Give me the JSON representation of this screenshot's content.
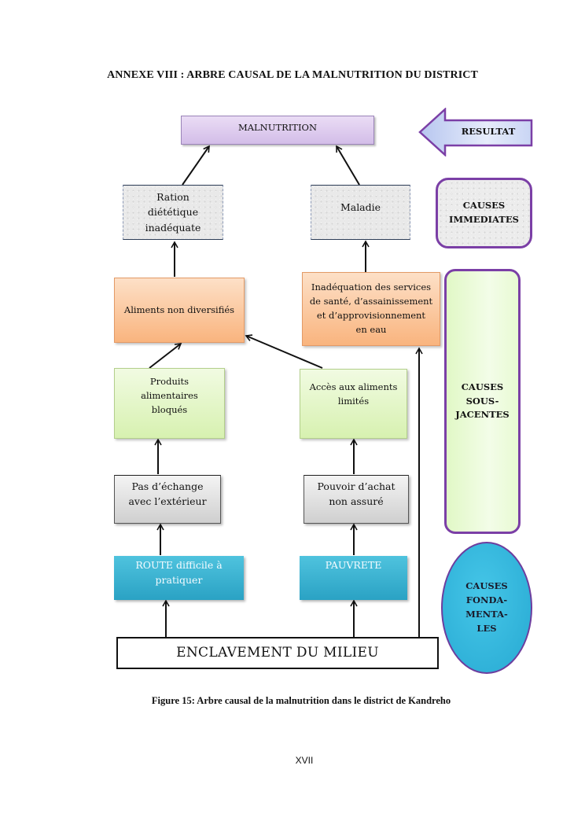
{
  "page": {
    "heading": "ANNEXE VIII : ARBRE CAUSAL DE LA MALNUTRITION DU DISTRICT",
    "caption": "Figure 15: Arbre causal de la malnutrition dans le district de Kandreho",
    "page_number": "XVII"
  },
  "diagram": {
    "nodes": {
      "malnutrition": "MALNUTRITION",
      "ration": [
        "Ration",
        "diététique",
        "inadéquate"
      ],
      "maladie": "Maladie",
      "aliments_non_diversifies": "Aliments non diversifiés",
      "inadequation_services": [
        "Inadéquation des services",
        "de santé, d’assainissement",
        "et d’approvisionnement",
        "en eau"
      ],
      "produits_bloques": [
        "Produits",
        "alimentaires",
        "bloqués"
      ],
      "acces_limite": [
        "Accès aux aliments",
        "limités"
      ],
      "pas_echange": [
        "Pas d’échange",
        "avec l’extérieur"
      ],
      "pouvoir_achat": [
        "Pouvoir d’achat",
        "non assuré"
      ],
      "route": [
        "ROUTE difficile à",
        "pratiquer"
      ],
      "pauvrete": "PAUVRETE",
      "enclavement": "ENCLAVEMENT DU MILIEU"
    },
    "legend": {
      "resultat": "RESULTAT",
      "immediates": [
        "CAUSES",
        "IMMEDIATES"
      ],
      "sous_jacentes": [
        "CAUSES",
        "SOUS-",
        "JACENTES"
      ],
      "fondamentales": [
        "CAUSES",
        "FONDA-",
        "MENTA-",
        "LES"
      ]
    },
    "edges": [
      {
        "from": "ration",
        "to": "malnutrition"
      },
      {
        "from": "maladie",
        "to": "malnutrition"
      },
      {
        "from": "aliments_non_diversifies",
        "to": "ration"
      },
      {
        "from": "inadequation_services",
        "to": "maladie"
      },
      {
        "from": "produits_bloques",
        "to": "aliments_non_diversifies"
      },
      {
        "from": "acces_limite",
        "to": "aliments_non_diversifies"
      },
      {
        "from": "pas_echange",
        "to": "produits_bloques"
      },
      {
        "from": "pouvoir_achat",
        "to": "acces_limite"
      },
      {
        "from": "route",
        "to": "pas_echange"
      },
      {
        "from": "pauvrete",
        "to": "pouvoir_achat"
      },
      {
        "from": "enclavement",
        "to": "route"
      },
      {
        "from": "enclavement",
        "to": "pauvrete"
      },
      {
        "from": "enclavement",
        "to": "inadequation_services"
      }
    ],
    "colors": {
      "result_level": "#d9c6ee",
      "immediate_level": "#e9e9e9",
      "underlying_orange": "#fbc89c",
      "underlying_green": "#e2f6c6",
      "fundamental_grey": "#dedede",
      "fundamental_blue": "#33acd0",
      "legend_border": "#7b3fa6"
    }
  }
}
